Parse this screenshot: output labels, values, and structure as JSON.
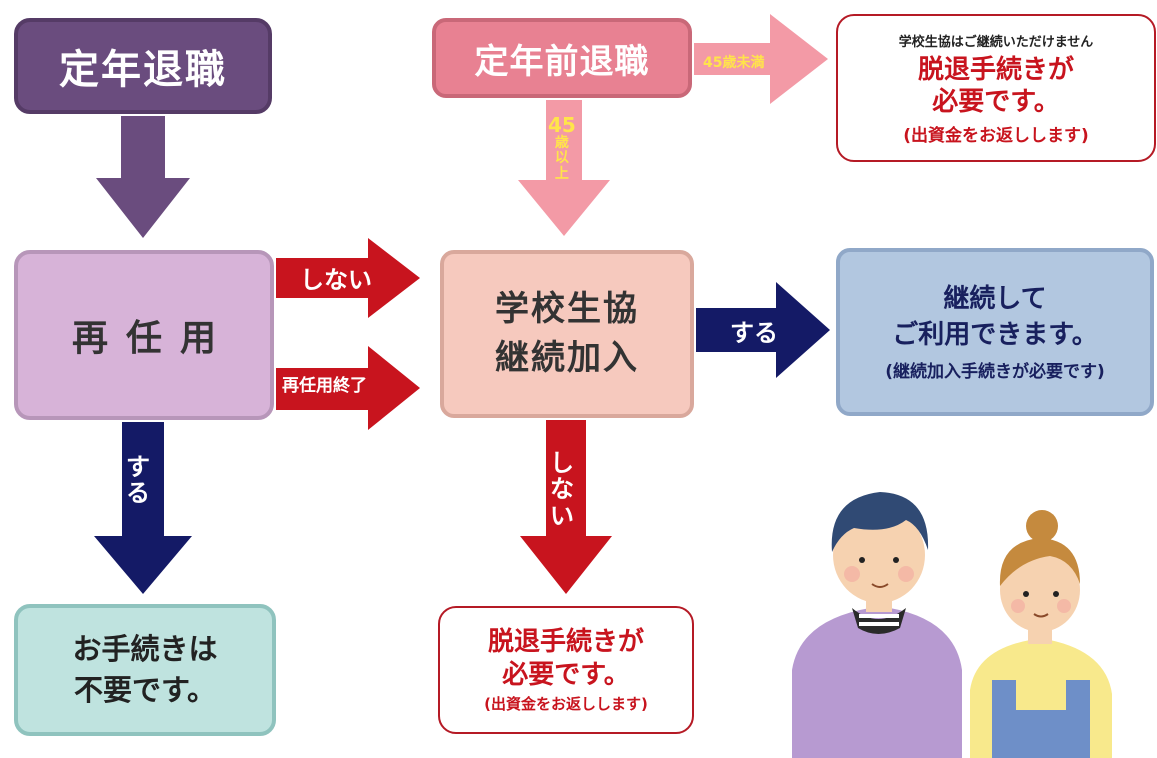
{
  "boxes": {
    "teinen": "定年退職",
    "teinen_mae": "定年前退職",
    "top_right": {
      "note_top": "学校生協はご継続いただけません",
      "line1": "脱退手続きが",
      "line2": "必要です。",
      "note": "(出資金をお返しします)"
    },
    "sainin": "再任用",
    "center": {
      "line1": "学校生協",
      "line2": "継続加入"
    },
    "right": {
      "line1": "継続して",
      "line2": "ご利用できます。",
      "note": "(継続加入手続きが必要です)"
    },
    "bottom_left": {
      "line1": "お手続きは",
      "line2": "不要です。"
    },
    "bottom_center": {
      "line1": "脱退手続きが",
      "line2": "必要です。",
      "note": "(出資金をお返しします)"
    }
  },
  "arrow_labels": {
    "shinai_right": "しない",
    "sainin_end": "再任用終了",
    "suru_right": "する",
    "under45": "45歳未満",
    "over45_num": "45",
    "over45_c1": "歳",
    "over45_c2": "以",
    "over45_c3": "上",
    "suru_v1": "す",
    "suru_v2": "る",
    "shinai_v1": "し",
    "shinai_v2": "な",
    "shinai_v3": "い"
  },
  "colors": {
    "purple_dark": "#6a4c7e",
    "pink": "#e88192",
    "red": "#c8141e",
    "navy": "#141a66",
    "light_purple": "#d7b3d8",
    "salmon": "#f6c9be",
    "light_blue": "#b2c7e0",
    "mint": "#bfe3df",
    "yellow": "#ffe44a"
  },
  "icons": {
    "people": "man-and-woman-illustration"
  }
}
